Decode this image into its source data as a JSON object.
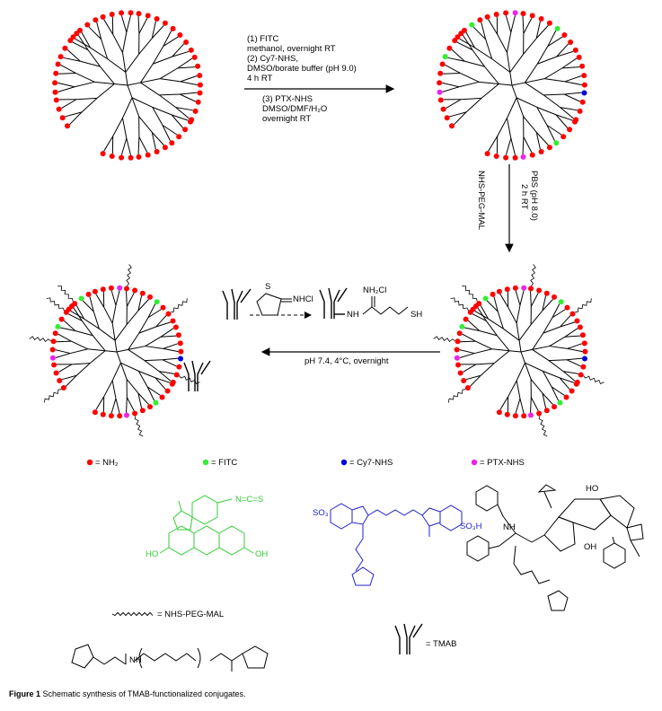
{
  "step1": {
    "line1": "(1) FITC",
    "line2": "methanol, overnight RT",
    "line3": "(2) Cy7-NHS,",
    "line4": "DMSO/borate buffer (pH 9.0)",
    "line5": "4 h RT",
    "line6": "(3) PTX-NHS",
    "line7": "DMSO/DMF/H₂O",
    "line8": "overnight RT"
  },
  "step2": {
    "left_label": "NHS-PEG-MAL",
    "right_line1": "PBS (pH 8.0)",
    "right_line2": "2 h RT"
  },
  "step3": {
    "condition": "pH 7.4, 4°C, overnight"
  },
  "reagent": {
    "iminothiolane": "NHCl",
    "iminothiolane_s": "S"
  },
  "thiolated": {
    "nh2cl": "NH₂Cl",
    "nh": "NH",
    "sh": "SH"
  },
  "legend": {
    "nh2": "= NH₂",
    "fitc": "= FITC",
    "cy7": "= Cy7-NHS",
    "ptx": "= PTX-NHS",
    "peg": "= NHS-PEG-MAL",
    "tmab": "= TMAB"
  },
  "structures": {
    "fitc_ncs": "N=C=S",
    "fitc_ho_left": "HO",
    "fitc_oh_right": "OH",
    "cy7_so3_left": "SO₃",
    "cy7_so3h": "SO₃H",
    "ptx_ho": "HO",
    "ptx_oh": "OH",
    "ptx_nh": "NH",
    "peg_nh": "NH"
  },
  "caption": {
    "figure": "Figure 1",
    "text": "Schematic synthesis of TMAB-functionalized conjugates."
  },
  "colors": {
    "nh2": "#ff0000",
    "fitc": "#33ee33",
    "cy7": "#0000dd",
    "ptx": "#ee22ee",
    "fitc_structure": "#33cc33",
    "cy7_structure": "#2222cc"
  }
}
